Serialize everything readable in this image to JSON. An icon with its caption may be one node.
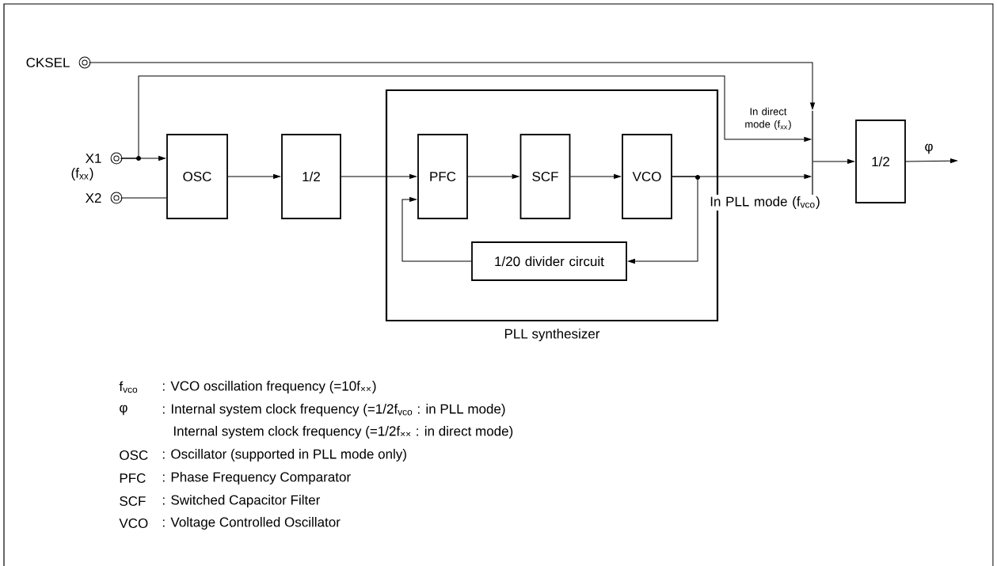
{
  "diagram": {
    "nodes": [
      {
        "text": [
          "CKSEL"
        ]
      },
      {
        "text": [
          "X1"
        ],
        "beside": [
          "(f$_{xx}$)"
        ]
      },
      {
        "text": [
          "X2"
        ]
      },
      {
        "text": [
          "OSC"
        ]
      },
      {
        "text": [
          "1/2"
        ]
      },
      {
        "text": [
          "PLL synthesizer"
        ]
      },
      {
        "text": [
          "PFC"
        ],
        "in": 5
      },
      {
        "text": [
          "SCF"
        ],
        "in": 5
      },
      {
        "text": [
          "VCO"
        ],
        "in": 5
      },
      {
        "text": [
          "1/20 divider circuit"
        ],
        "in": 5
      },
      {
        "text": [],
        "shape": "bar"
      },
      {
        "text": [
          "1/2"
        ]
      }
    ],
    "edges": [
      {
        "from": 0,
        "to": 10,
        "arrow": "to"
      },
      {
        "from": 1,
        "to": 3,
        "arrow": "to"
      },
      {
        "from": 1,
        "to": 10,
        "arrow": "to",
        "label": "In direct mode (f$_{xx}$)"
      },
      {
        "from": 2,
        "to": 3,
        "arrow": "none"
      },
      {
        "from": 3,
        "to": 4,
        "arrow": "to"
      },
      {
        "from": 4,
        "to": 6,
        "arrow": "to"
      },
      {
        "from": 6,
        "to": 7,
        "arrow": "to"
      },
      {
        "from": 7,
        "to": 8,
        "arrow": "to"
      },
      {
        "from": 8,
        "to": 10,
        "arrow": "to",
        "label": "In PLL mode (f$_{vco}$)"
      },
      {
        "from": 8,
        "to": 9,
        "arrow": "to"
      },
      {
        "from": 9,
        "to": 6,
        "arrow": "to"
      },
      {
        "from": 10,
        "to": 11,
        "arrow": "to"
      },
      {
        "from": 11,
        "to": null,
        "arrow": "to",
        "label": "φ"
      }
    ],
    "labels": [
      "f$_{vco}$",
      ": VCO oscillation frequency (=10f$_{××}$)",
      "φ",
      ": Internal system clock frequency (=1/2f$_{vco}$ : in PLL mode)",
      "Internal system clock frequency (=1/2f$_{××}$ : in direct mode)",
      "OSC",
      ": Oscillator (supported in PLL mode only)",
      "PFC",
      ": Phase Frequency Comparator",
      "SCF",
      ": Switched Capacitor Filter",
      "VCO",
      ": Voltage Controlled Oscillator"
    ]
  }
}
